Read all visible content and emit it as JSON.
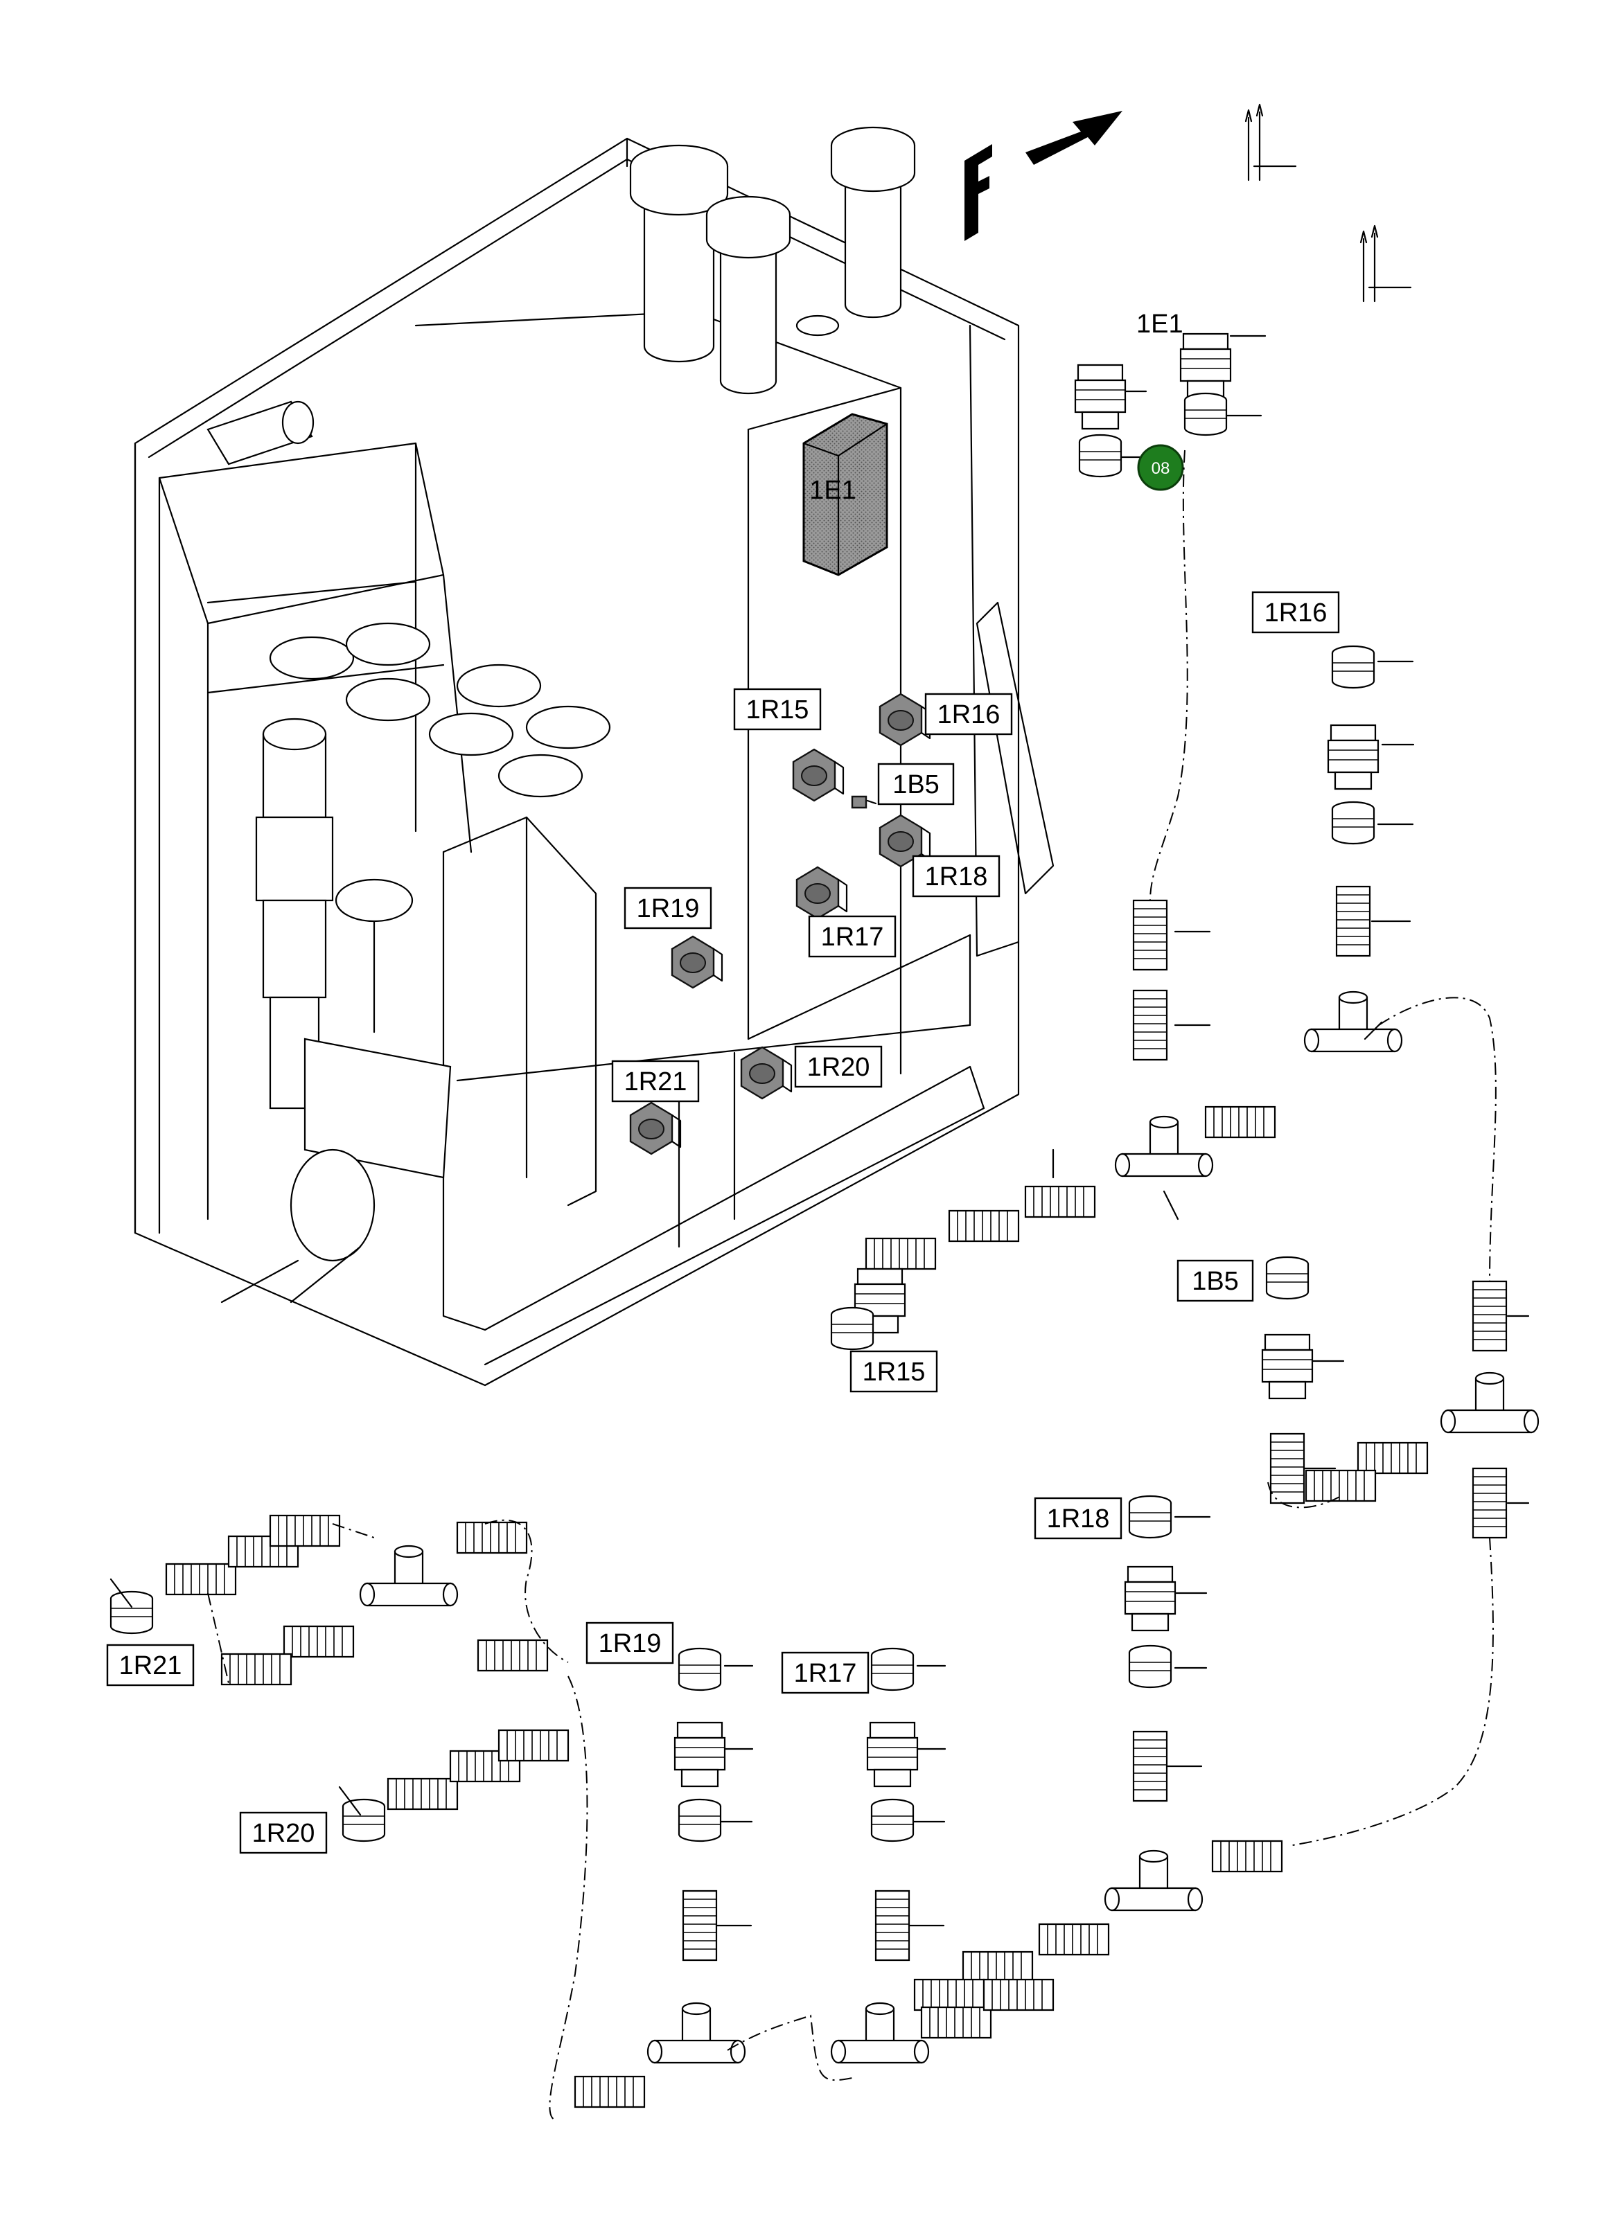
{
  "diagram": {
    "direction_letter": "F",
    "enclosure_label": "1E1",
    "callout_label": "1E1",
    "badge": {
      "text": "08",
      "color": "#1e7d1e"
    },
    "panel_glands": [
      {
        "id": "1R15"
      },
      {
        "id": "1R16"
      },
      {
        "id": "1B5"
      },
      {
        "id": "1R18"
      },
      {
        "id": "1R17"
      },
      {
        "id": "1R19"
      },
      {
        "id": "1R20"
      },
      {
        "id": "1R21"
      }
    ],
    "assembly_labels": [
      {
        "id": "1R16"
      },
      {
        "id": "1R15"
      },
      {
        "id": "1B5"
      },
      {
        "id": "1R18"
      },
      {
        "id": "1R21"
      },
      {
        "id": "1R19"
      },
      {
        "id": "1R17"
      },
      {
        "id": "1R20"
      }
    ],
    "colors": {
      "line": "#000000",
      "enclosure_fill": "#8a8a8a",
      "badge": "#1e7d1e"
    },
    "icons": [
      "direction-arrow-icon",
      "cable-icon",
      "cable-gland-icon",
      "tee-connector-icon",
      "corrugated-conduit-icon"
    ]
  }
}
